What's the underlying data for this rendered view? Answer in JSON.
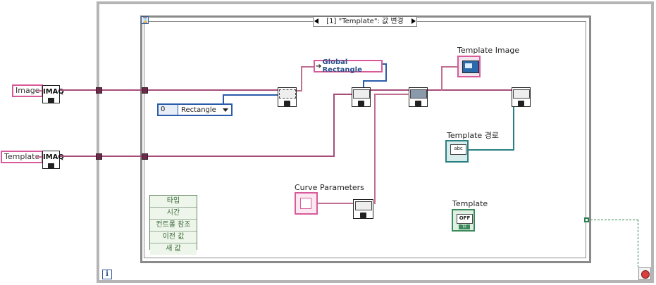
{
  "diagram": {
    "event_case_selector": "[1] \"Template\": 값 변경",
    "timeout_terminal_icon": "hourglass-icon",
    "loop_iteration_label": "i",
    "controls": {
      "image_label": "Image",
      "template_label": "Template",
      "imaq_text": "IMAQ"
    },
    "ring": {
      "index": "0",
      "value": "Rectangle"
    },
    "global_rectangle": "Global Rectangle",
    "template_image_label": "Template Image",
    "template_path_label": "Template 경로",
    "path_control_text": "abc",
    "curve_parameters_label": "Curve Parameters",
    "template_bool_label": "Template",
    "bool_control_text": "OFF",
    "bool_type_text": "TF",
    "event_data_items": [
      "타입",
      "시간",
      "컨트롤 참조",
      "이전 값",
      "새 값"
    ]
  },
  "colors": {
    "image_wire": "#a64d7a",
    "numeric_wire": "#2a5caa",
    "path_wire": "#2a8080",
    "bool_wire": "#2a8050"
  }
}
